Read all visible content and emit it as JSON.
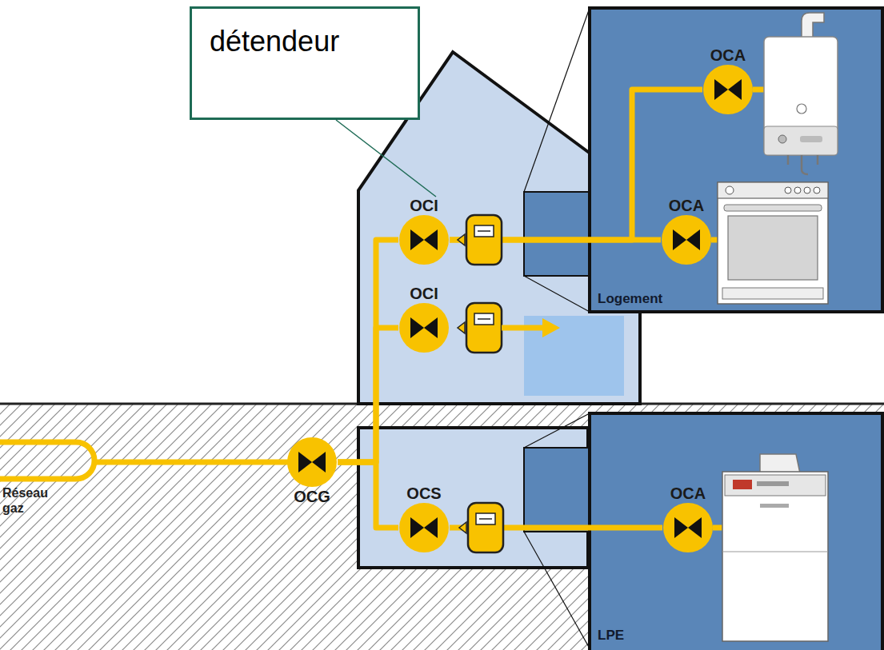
{
  "diagram": {
    "nodes": [
      {
        "text": [
          "détendeur"
        ]
      },
      {
        "text": [
          "Logement"
        ]
      },
      {
        "text": [
          "OCA"
        ],
        "in": 1
      },
      {
        "text": [
          "OCA"
        ],
        "in": 1
      },
      {
        "text": [
          "LPE"
        ]
      },
      {
        "text": [
          "OCA"
        ],
        "in": 4
      },
      {
        "text": [
          "OCI"
        ]
      },
      {
        "text": [
          "OCI"
        ]
      },
      {
        "text": [
          "OCS"
        ]
      },
      {
        "text": [
          "OCG"
        ]
      }
    ],
    "edges": [
      {
        "from": 9,
        "to": 6,
        "arrow": "none"
      },
      {
        "from": 9,
        "to": 7,
        "arrow": "none"
      },
      {
        "from": 9,
        "to": 8,
        "arrow": "none"
      },
      {
        "from": 6,
        "to": 2,
        "arrow": "none"
      },
      {
        "from": 6,
        "to": 3,
        "arrow": "none"
      },
      {
        "from": 8,
        "to": 5,
        "arrow": "none"
      },
      {
        "from": 0,
        "to": 6,
        "arrow": "none"
      }
    ],
    "labels": [
      "Réseau gaz"
    ]
  }
}
